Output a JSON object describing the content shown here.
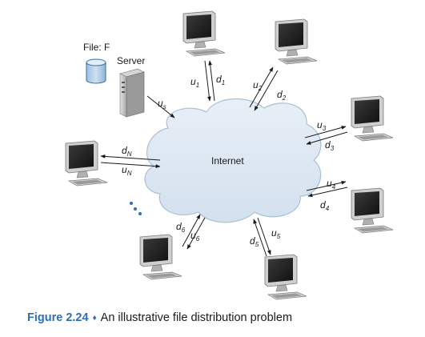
{
  "diagram": {
    "file_label": "File: F",
    "server_label": "Server",
    "internet_label": "Internet",
    "server_link": {
      "base": "u",
      "sub": "s"
    },
    "peers": [
      {
        "id": "1",
        "up": {
          "base": "u",
          "sub": "1"
        },
        "down": {
          "base": "d",
          "sub": "1"
        }
      },
      {
        "id": "2",
        "up": {
          "base": "u",
          "sub": "2"
        },
        "down": {
          "base": "d",
          "sub": "2"
        }
      },
      {
        "id": "3",
        "up": {
          "base": "u",
          "sub": "3"
        },
        "down": {
          "base": "d",
          "sub": "3"
        }
      },
      {
        "id": "4",
        "up": {
          "base": "u",
          "sub": "4"
        },
        "down": {
          "base": "d",
          "sub": "4"
        }
      },
      {
        "id": "5",
        "up": {
          "base": "u",
          "sub": "5"
        },
        "down": {
          "base": "d",
          "sub": "5"
        }
      },
      {
        "id": "6",
        "up": {
          "base": "u",
          "sub": "6"
        },
        "down": {
          "base": "d",
          "sub": "6"
        }
      },
      {
        "id": "N",
        "up": {
          "base": "u",
          "sub": "N"
        },
        "down": {
          "base": "d",
          "sub": "N"
        }
      }
    ]
  },
  "caption": {
    "figure_number": "Figure 2.24",
    "separator": "♦",
    "text": "An illustrative file distribution problem"
  },
  "colors": {
    "cloud_fill": "#dfe9f3",
    "cloud_stroke": "#a9bfd3",
    "accent": "#2a6fb8",
    "monitor_frame": "#c9c9c9",
    "screen": "#2a2a2a",
    "dots": "#2a6fb8"
  }
}
